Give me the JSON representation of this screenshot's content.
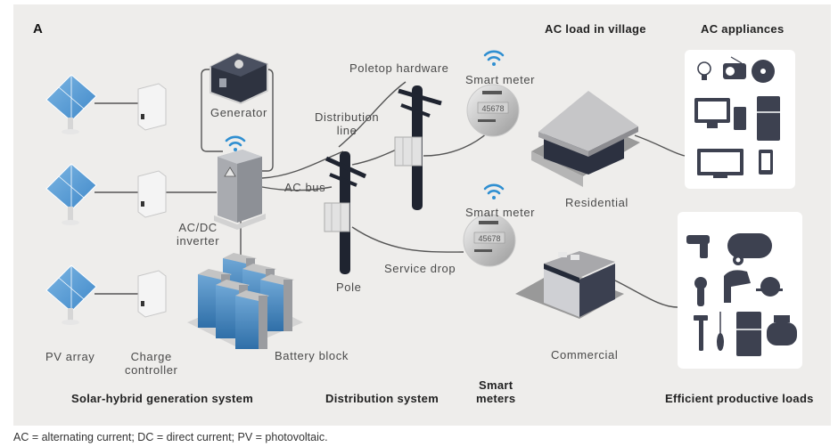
{
  "panel_label": "A",
  "sections": {
    "solar_hybrid": "Solar-hybrid generation system",
    "distribution": "Distribution system",
    "smart_meters": [
      "Smart",
      "meters"
    ],
    "ac_load": "AC load in village",
    "ac_appliances": "AC appliances",
    "productive_loads": "Efficient productive loads"
  },
  "components": {
    "generator": "Generator",
    "inverter": [
      "AC/DC",
      "inverter"
    ],
    "pv_array": "PV array",
    "charge_controller": [
      "Charge",
      "controller"
    ],
    "battery_block": "Battery block",
    "poletop_hardware": "Poletop hardware",
    "distribution_line": [
      "Distribution",
      "line"
    ],
    "ac_bus": "AC bus",
    "pole": "Pole",
    "service_drop": "Service drop",
    "smart_meter_top": "Smart meter",
    "smart_meter_bottom": "Smart meter",
    "meter_reading": "45678",
    "residential": "Residential",
    "commercial": "Commercial"
  },
  "ac_appliance_icons": [
    "light-bulb",
    "radio",
    "fan",
    "desktop-computer",
    "pc-tower",
    "refrigerator",
    "television",
    "smartphone"
  ],
  "productive_load_icons": [
    "power-drill",
    "air-compressor",
    "angle-grinder",
    "jigsaw",
    "circular-saw",
    "hammer",
    "screwdriver",
    "refrigerator",
    "electric-motor"
  ],
  "colors": {
    "background": "#eeedeb",
    "wifi_blue": "#2f8fd1",
    "solar_blue": "#5b9fd6",
    "dark_icon": "#3d4150",
    "pole_dark": "#1f2430",
    "wire": "#555555"
  },
  "footnote": "AC = alternating current; DC = direct current; PV = photovoltaic."
}
